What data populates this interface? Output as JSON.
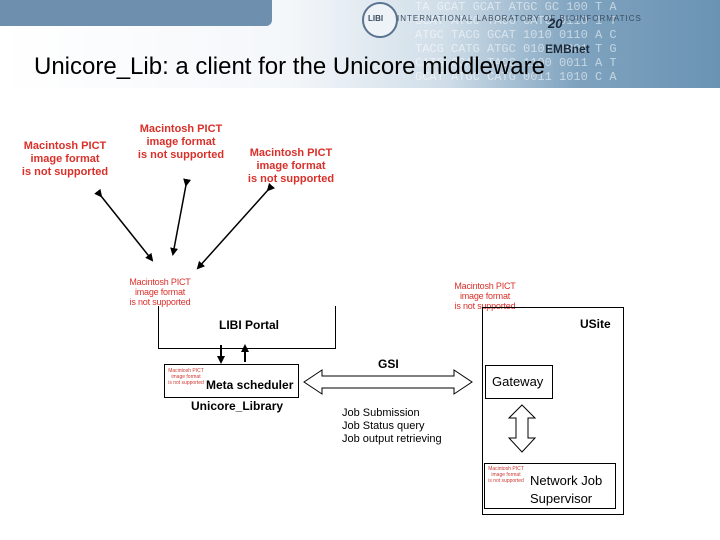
{
  "slide": {
    "title": "Unicore_Lib: a client for the Unicore middleware",
    "header": {
      "logo_text": "INTERNATIONAL LABORATORY OF BIOINFORMATICS",
      "logo_badge": "LIBI",
      "brand": "EMBnet",
      "years": "20",
      "dna_rows": [
        "TA GCAT GCAT ATGC GC 100 T A",
        "GCAT ATGC TACG CATG 0110 1 T",
        "ATGC TACG GCAT 1010 0110 A C",
        "TACG CATG ATGC 0101 1001 T G",
        "CATG GCAT TACG 1100 0011 A T",
        "GCAT ATGC CATG 0011 1010 C A"
      ]
    }
  },
  "pict_placeholder": {
    "line1": "Macintosh PICT",
    "line2": "image format",
    "line3": "is not supported"
  },
  "diagram": {
    "libi_portal": "LIBI Portal",
    "usite": "USite",
    "gsi": "GSI",
    "gateway": "Gateway",
    "meta_scheduler": "Meta scheduler",
    "unicore_library": "Unicore_Library",
    "job_ops": [
      "Job Submission",
      "Job Status query",
      "Job output retrieving"
    ],
    "network_job_supervisor_line1": "Network Job",
    "network_job_supervisor_line2": "Supervisor"
  }
}
